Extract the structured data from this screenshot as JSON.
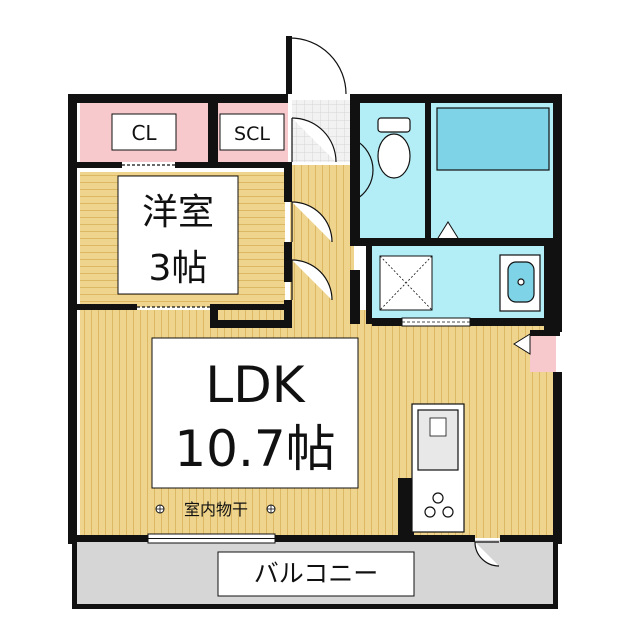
{
  "floorplan": {
    "rooms": {
      "closet": "CL",
      "shoe_closet": "SCL",
      "western_room": {
        "name": "洋室",
        "size": "3帖"
      },
      "ldk": {
        "name": "LDK",
        "size": "10.7帖"
      },
      "balcony": "バルコニー"
    },
    "annotations": {
      "indoor_drying": "室内物干"
    },
    "colors": {
      "floor_wood": "#eed48d",
      "wood_grain": "#ddb864",
      "closet_pink": "#f7c9cd",
      "wet_area_blue": "#b3edf5",
      "bathtub_blue": "#7fd3e6",
      "balcony_gray": "#d6d6d6",
      "wall": "#111111"
    }
  }
}
